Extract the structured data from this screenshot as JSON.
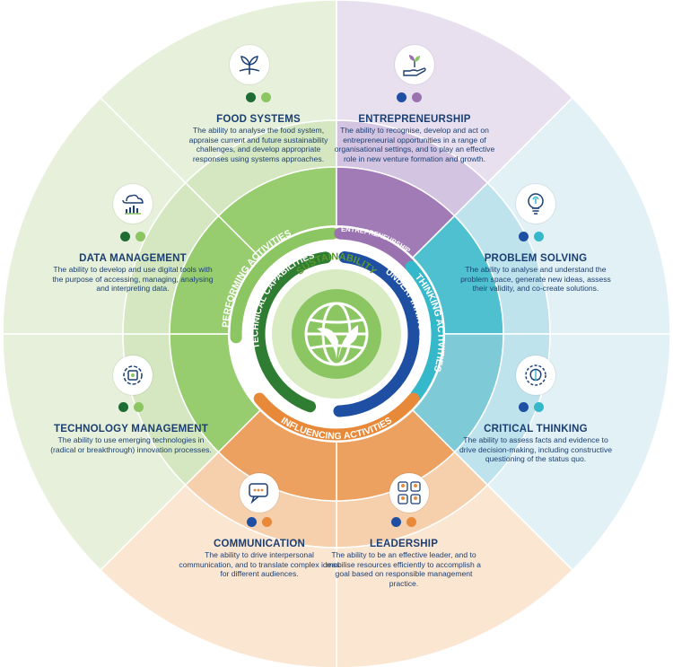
{
  "center": {
    "label": "SUSTAINABILITY",
    "icon": "globe-leaf-icon"
  },
  "inner_ring": {
    "technical": "TECHNICAL CAPABILITIES",
    "underpinning": "UNDERPINNING CAPABILITIES",
    "entrepreneurship": "ENTREPRENEURSHIP"
  },
  "outer_ring": {
    "performing": "PERFORMING ACTIVITIES",
    "thinking": "THINKING ACTIVITIES",
    "influencing": "INFLUENCING ACTIVITIES"
  },
  "colors": {
    "green": "#8cc663",
    "dark_green": "#2e7d32",
    "purple": "#9b72b0",
    "teal": "#35b8c9",
    "blue": "#1f4fa3",
    "orange": "#e8893a",
    "navy_text": "#1b3f73"
  },
  "segments": [
    {
      "id": "food-systems",
      "title": "FOOD SYSTEMS",
      "description": "The ability to analyse the food system, appraise current and future sustainability challenges, and develop appropriate responses using systems approaches.",
      "icon": "leaf-sprout-icon",
      "dots": [
        "#1e6b34",
        "#8cc663"
      ]
    },
    {
      "id": "entrepreneurship",
      "title": "ENTREPRENEURSHIP",
      "description": "The ability to recognise, develop and act on entrepreneurial opportunities in a range of organisational settings, and to play an effective role in new venture formation and growth.",
      "icon": "hand-plant-icon",
      "dots": [
        "#1f4fa3",
        "#9b72b0"
      ]
    },
    {
      "id": "problem-solving",
      "title": "PROBLEM SOLVING",
      "description": "The ability to analyse and understand the problem space, generate new ideas, assess their validity, and co-create solutions.",
      "icon": "lightbulb-icon",
      "dots": [
        "#1f4fa3",
        "#35b8c9"
      ]
    },
    {
      "id": "critical-thinking",
      "title": "CRITICAL THINKING",
      "description": "The ability to assess facts and evidence to drive decision-making, including constructive questioning of the status quo.",
      "icon": "brain-icon",
      "dots": [
        "#1f4fa3",
        "#35b8c9"
      ]
    },
    {
      "id": "leadership",
      "title": "LEADERSHIP",
      "description": "The ability to be an effective leader, and to mobilise resources efficiently to accomplish a goal based on responsible management practice.",
      "icon": "people-group-icon",
      "dots": [
        "#1f4fa3",
        "#e8893a"
      ]
    },
    {
      "id": "communication",
      "title": "COMMUNICATION",
      "description": "The ability to drive interpersonal communication, and to translate complex ideas for different audiences.",
      "icon": "chat-bubbles-icon",
      "dots": [
        "#1f4fa3",
        "#e8893a"
      ]
    },
    {
      "id": "technology-management",
      "title": "TECHNOLOGY MANAGEMENT",
      "description": "The ability to use emerging technologies in (radical or breakthrough) innovation processes.",
      "icon": "chip-gear-icon",
      "dots": [
        "#1e6b34",
        "#8cc663"
      ]
    },
    {
      "id": "data-management",
      "title": "DATA MANAGEMENT",
      "description": "The ability to develop and use digital tools with the purpose of accessing, managing, analysing and interpreting data.",
      "icon": "cloud-chart-icon",
      "dots": [
        "#1e6b34",
        "#8cc663"
      ]
    }
  ]
}
